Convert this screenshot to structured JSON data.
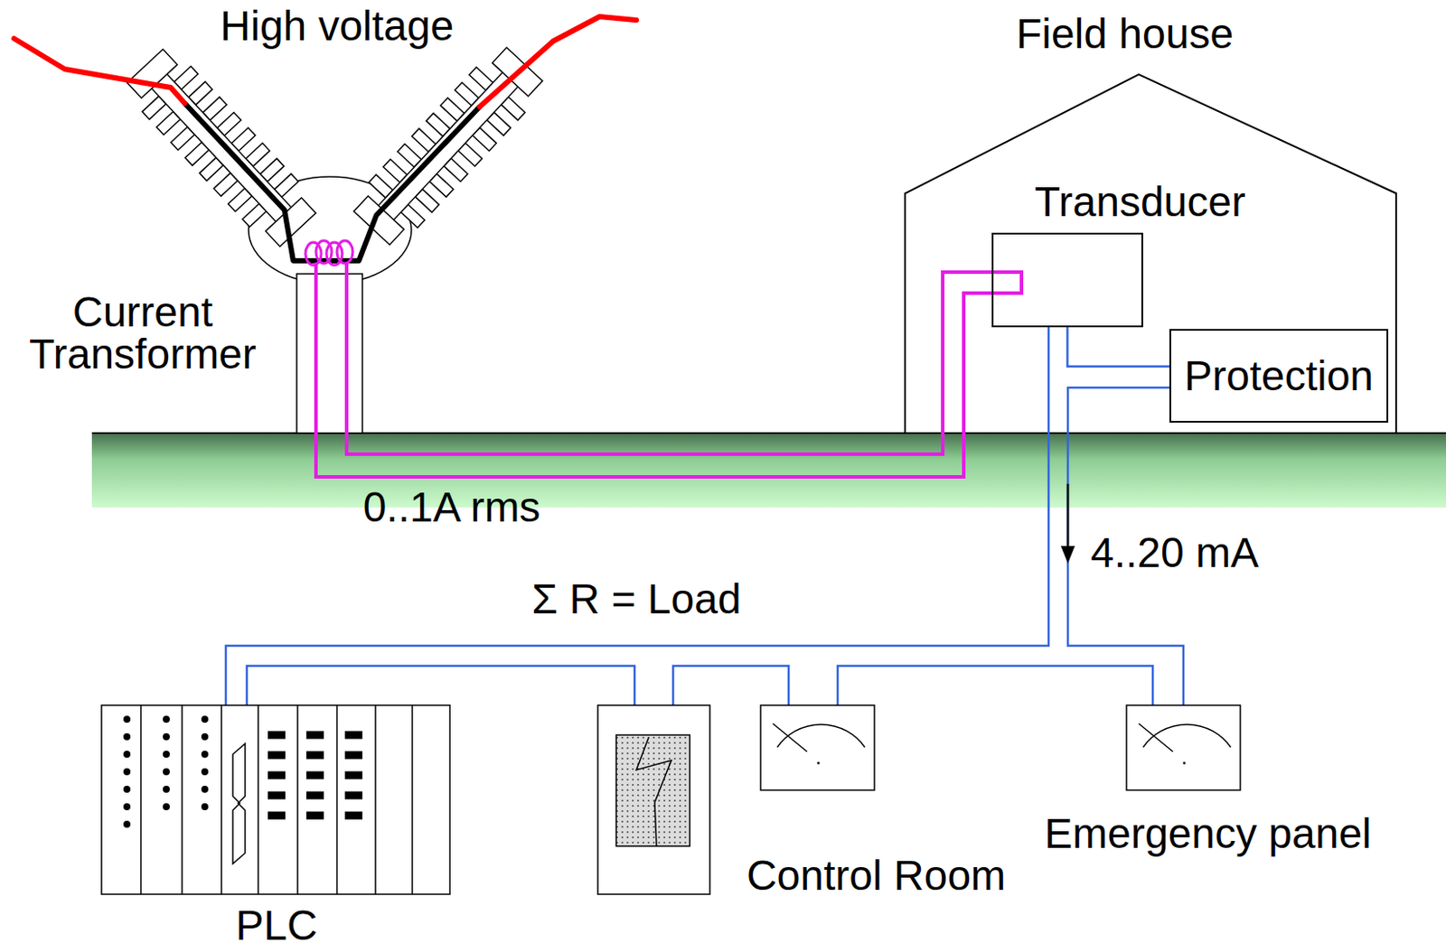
{
  "diagram": {
    "nodes": [
      {
        "text": [
          "Field house"
        ]
      },
      {
        "text": [
          "Transducer"
        ],
        "in": 0
      },
      {
        "text": [
          "Protection"
        ],
        "in": 0
      }
    ],
    "edges": [
      {
        "from": 1,
        "to": 2,
        "arrow": "none"
      }
    ],
    "labels": [
      "High voltage",
      "Current Transformer",
      "0..1A rms",
      "4..20 mA",
      "Σ R = Load",
      "PLC",
      "Control Room",
      "Emergency panel"
    ]
  }
}
